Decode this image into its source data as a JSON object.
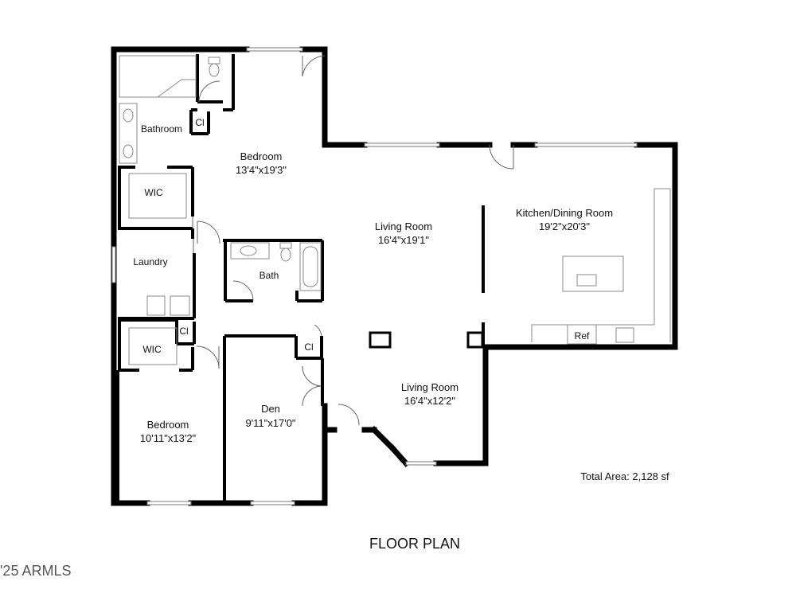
{
  "title": "FLOOR PLAN",
  "total_area": "Total Area: 2,128 sf",
  "watermark": "'25 ARMLS",
  "rooms": {
    "master_bedroom": {
      "name": "Bedroom",
      "size": "13'4\"x19'3\""
    },
    "master_bath": {
      "name": "Bathroom"
    },
    "closet_master": {
      "name": "Cl"
    },
    "wic_1": {
      "name": "WIC"
    },
    "laundry": {
      "name": "Laundry"
    },
    "bath": {
      "name": "Bath"
    },
    "closet_hall": {
      "name": "Cl"
    },
    "wic_2": {
      "name": "WIC"
    },
    "bedroom_2": {
      "name": "Bedroom",
      "size": "10'11\"x13'2\""
    },
    "den": {
      "name": "Den",
      "size": "9'11\"x17'0\""
    },
    "closet_den": {
      "name": "Cl"
    },
    "living_room_1": {
      "name": "Living Room",
      "size": "16'4\"x19'1\""
    },
    "living_room_2": {
      "name": "Living Room",
      "size": "16'4\"x12'2\""
    },
    "kitchen": {
      "name": "Kitchen/Dining Room",
      "size": "19'2\"x20'3\""
    },
    "ref": {
      "name": "Ref"
    }
  }
}
